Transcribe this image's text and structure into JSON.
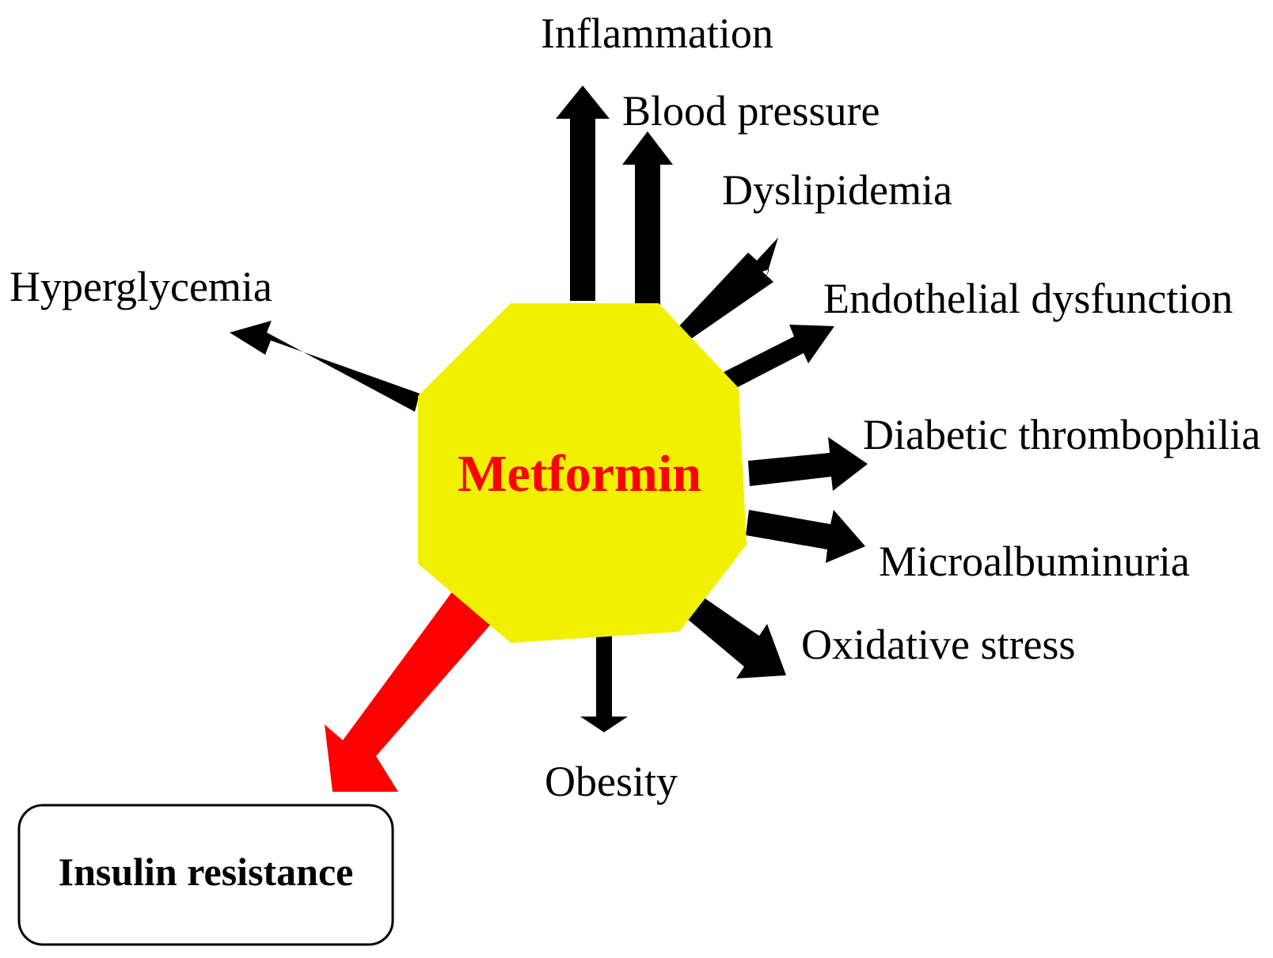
{
  "center": {
    "label": "Metformin",
    "fill_color": "#f0f000",
    "text_color": "#ff0000"
  },
  "effects": [
    {
      "id": "inflammation",
      "label": "Inflammation"
    },
    {
      "id": "blood-pressure",
      "label": "Blood pressure"
    },
    {
      "id": "dyslipidemia",
      "label": "Dyslipidemia"
    },
    {
      "id": "endothelial-dysfunction",
      "label": "Endothelial dysfunction"
    },
    {
      "id": "diabetic-thrombophilia",
      "label": "Diabetic thrombophilia"
    },
    {
      "id": "microalbuminuria",
      "label": "Microalbuminuria"
    },
    {
      "id": "oxidative-stress",
      "label": "Oxidative stress"
    },
    {
      "id": "obesity",
      "label": "Obesity",
      "text_color": "#333344"
    },
    {
      "id": "hyperglycemia",
      "label": "Hyperglycemia"
    }
  ],
  "outcome": {
    "label": "Insulin resistance",
    "arrow_color": "#ff0000"
  },
  "arrow_color": "#000000"
}
